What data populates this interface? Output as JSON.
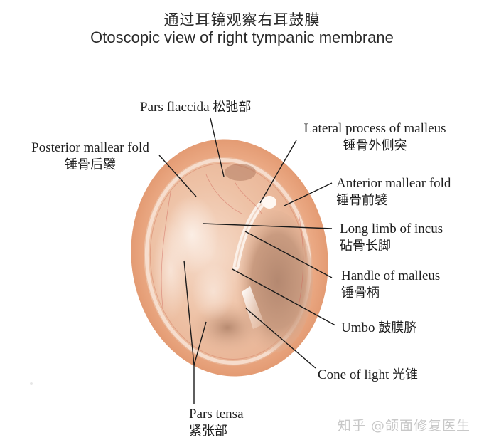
{
  "title": {
    "zh": "通过耳镜观察右耳鼓膜",
    "en": "Otoscopic view of right tympanic membrane"
  },
  "labels": {
    "pars_flaccida": {
      "en": "Pars flaccida",
      "zh": "松弛部"
    },
    "posterior_mallear_fold": {
      "en": "Posterior mallear fold",
      "zh": "锤骨后襞"
    },
    "lateral_process": {
      "en": "Lateral process of malleus",
      "zh": "锤骨外侧突"
    },
    "anterior_mallear_fold": {
      "en": "Anterior mallear fold",
      "zh": "锤骨前襞"
    },
    "long_limb_incus": {
      "en": "Long limb of incus",
      "zh": "砧骨长脚"
    },
    "handle_malleus": {
      "en": "Handle of malleus",
      "zh": "锤骨柄"
    },
    "umbo": {
      "en": "Umbo",
      "zh": "鼓膜脐"
    },
    "cone_of_light": {
      "en": "Cone of light",
      "zh": "光锥"
    },
    "pars_tensa": {
      "en": "Pars tensa",
      "zh": "紧张部"
    }
  },
  "watermark": "知乎 @颌面修复医生",
  "colors": {
    "outer_ring": "#e9a77f",
    "membrane": "#efc3a4",
    "dark_region": "#b98a70",
    "highlight": "#fbefe6",
    "leader_line": "#1a1a1a"
  }
}
